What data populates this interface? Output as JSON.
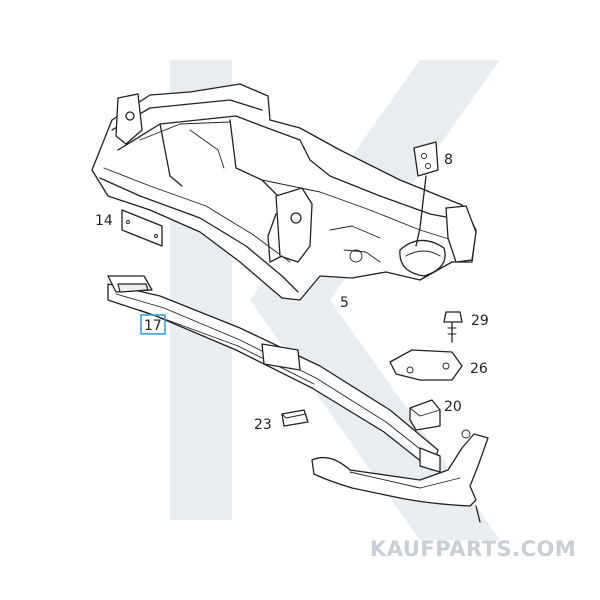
{
  "colors": {
    "highlight": "#3aa0d8",
    "watermark_shape": "#e9edf0",
    "watermark_text": "#c8cfd6",
    "line": "#222222"
  },
  "parts": [
    {
      "id": "p5",
      "label": "5"
    },
    {
      "id": "p8",
      "label": "8"
    },
    {
      "id": "p14",
      "label": "14"
    },
    {
      "id": "p17",
      "label": "17",
      "highlighted": true
    },
    {
      "id": "p20",
      "label": "20"
    },
    {
      "id": "p23",
      "label": "23"
    },
    {
      "id": "p26",
      "label": "26"
    },
    {
      "id": "p29",
      "label": "29"
    }
  ],
  "watermark": {
    "text": "KAUFPARTS.COM"
  }
}
